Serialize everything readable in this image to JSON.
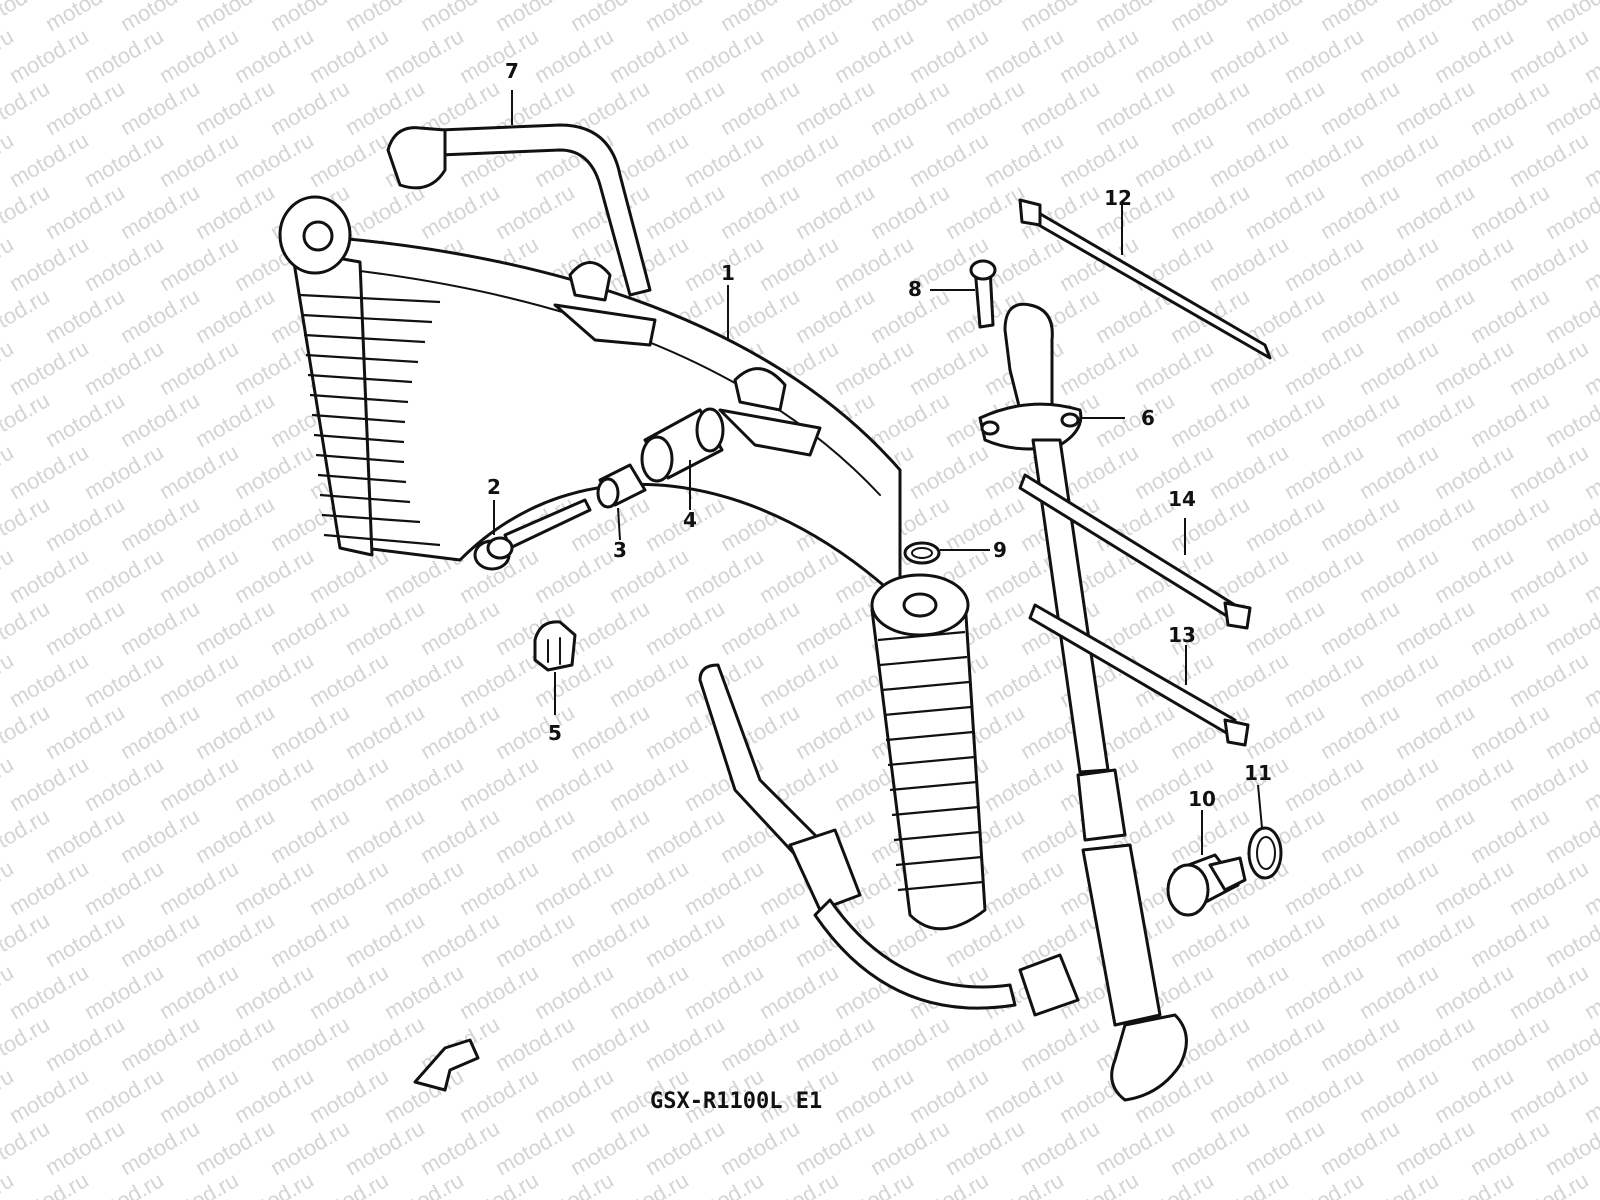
{
  "watermark_text": "motod.ru",
  "model_caption": "GSX-R1100L E1",
  "callouts": [
    "1",
    "2",
    "3",
    "4",
    "5",
    "6",
    "7",
    "8",
    "9",
    "10",
    "11",
    "12",
    "13",
    "14"
  ],
  "icons": {
    "front_arrow": "front-arrow-icon"
  },
  "colors": {
    "line": "#111111",
    "watermark": "#d4d4d4",
    "background": "#ffffff"
  }
}
